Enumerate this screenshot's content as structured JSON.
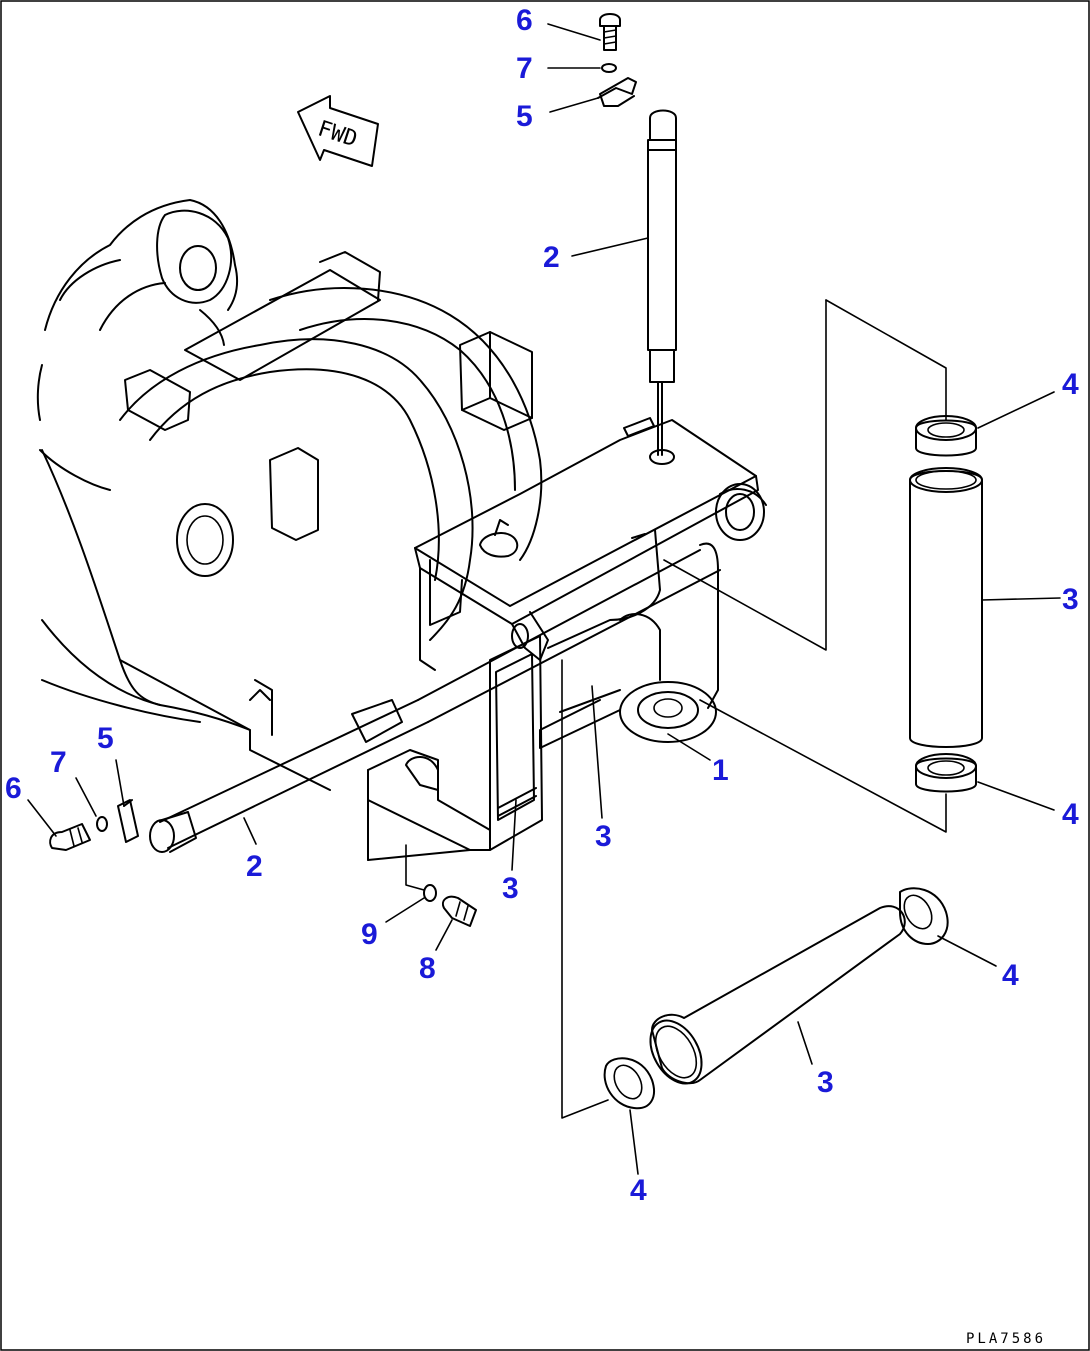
{
  "direction_arrow": {
    "label": "FWD"
  },
  "drawing_code": "PLA7586",
  "callouts": [
    {
      "id": "c6-top",
      "text": "6"
    },
    {
      "id": "c7-top",
      "text": "7"
    },
    {
      "id": "c5-top",
      "text": "5"
    },
    {
      "id": "c2-top",
      "text": "2"
    },
    {
      "id": "c4-upper",
      "text": "4"
    },
    {
      "id": "c3-right",
      "text": "3"
    },
    {
      "id": "c4-mid",
      "text": "4"
    },
    {
      "id": "c1",
      "text": "1"
    },
    {
      "id": "c3-center",
      "text": "3"
    },
    {
      "id": "c3-low",
      "text": "3"
    },
    {
      "id": "c5-left",
      "text": "5"
    },
    {
      "id": "c7-left",
      "text": "7"
    },
    {
      "id": "c6-left",
      "text": "6"
    },
    {
      "id": "c2-left",
      "text": "2"
    },
    {
      "id": "c9",
      "text": "9"
    },
    {
      "id": "c8",
      "text": "8"
    },
    {
      "id": "c4-lower",
      "text": "4"
    },
    {
      "id": "c3-bottom",
      "text": "3"
    },
    {
      "id": "c4-bottom",
      "text": "4"
    }
  ]
}
